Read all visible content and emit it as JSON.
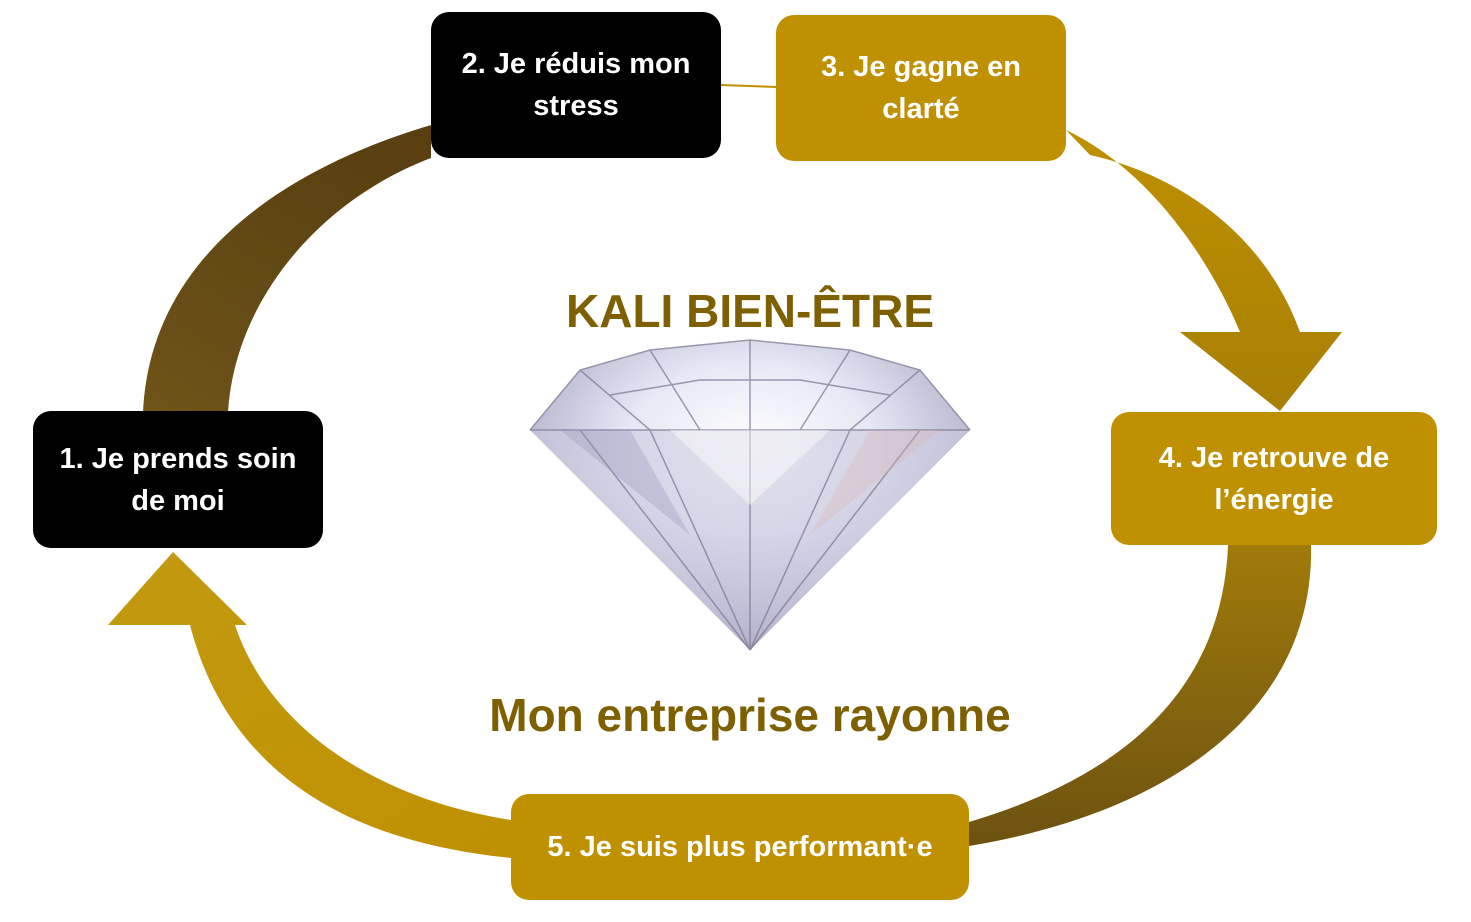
{
  "diagram": {
    "title": "KALI BIEN-ÊTRE",
    "subtitle": "Mon entreprise rayonne",
    "center_image": "diamond",
    "colors": {
      "gold": "#bf9000",
      "dark_gold": "#7f6000",
      "black": "#000000",
      "text_on_box": "#ffffff"
    },
    "steps": [
      {
        "label": "1. Je prends soin\nde moi",
        "style": "black"
      },
      {
        "label": "2. Je réduis mon\nstress",
        "style": "black"
      },
      {
        "label": "3. Je gagne en\nclarté",
        "style": "gold"
      },
      {
        "label": "4. Je retrouve de\nl’énergie",
        "style": "gold"
      },
      {
        "label": "5. Je suis plus performant·e",
        "style": "gold"
      }
    ]
  }
}
